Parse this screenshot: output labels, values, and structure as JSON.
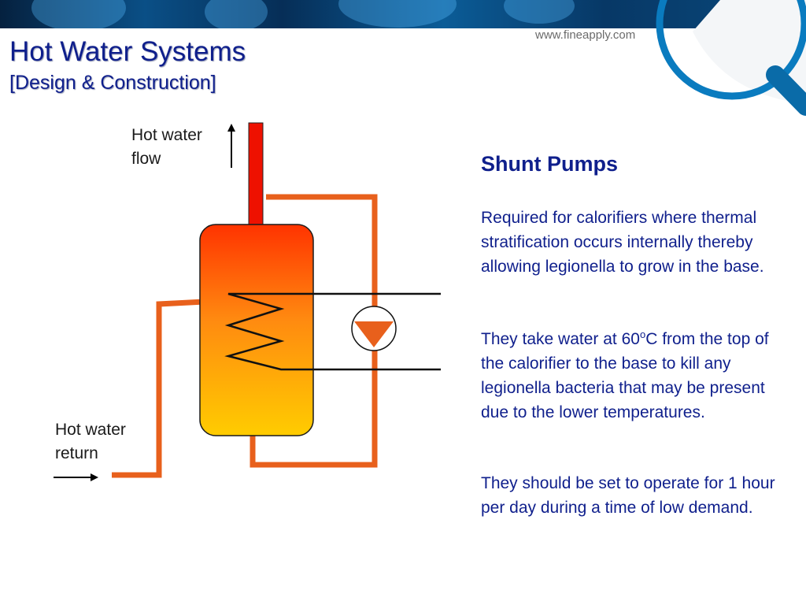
{
  "header": {
    "site_url": "www.fineapply.com",
    "title": "Hot Water Systems",
    "subtitle": "[Design & Construction]"
  },
  "diagram": {
    "flow_label_line1": "Hot water",
    "flow_label_line2": "flow",
    "return_label_line1": "Hot water",
    "return_label_line2": "return"
  },
  "content": {
    "heading": "Shunt Pumps",
    "para1": "Required for calorifiers where thermal stratification occurs internally thereby allowing legionella to grow in the base.",
    "para2_before": "They take water at 60",
    "para2_sup": "o",
    "para2_after": "C from the top of the calorifier to the base to kill any legionella bacteria that may be present due to the lower temperatures.",
    "para3": "They should be set to operate for 1 hour per day during a time of low demand."
  },
  "colors": {
    "pipe_orange": "#e8601c",
    "flow_red": "#ee1100",
    "tank_top": "#ff3300",
    "tank_bottom": "#ffcc00",
    "title_blue": "#0f1f8c"
  }
}
